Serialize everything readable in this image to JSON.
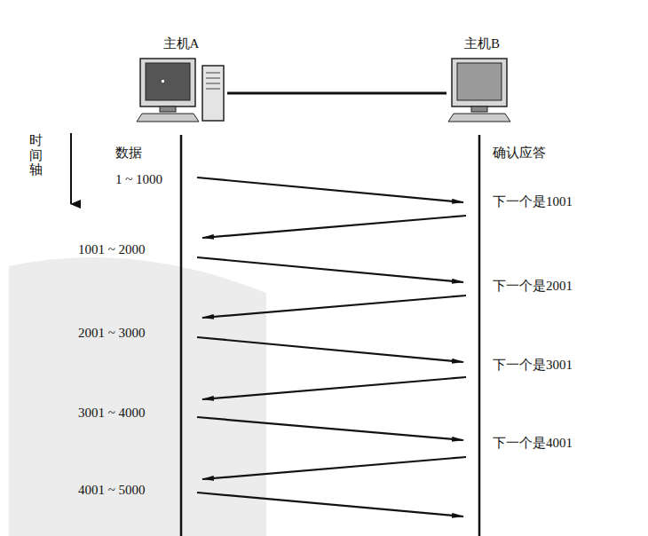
{
  "diagram": {
    "nodes": [
      {
        "text": [
          "主机A"
        ]
      },
      {
        "text": [
          "主机B"
        ]
      }
    ],
    "edges": [
      {
        "from": 0,
        "to": 1,
        "arrow": "none"
      }
    ],
    "labels": [
      "时间轴",
      "数据",
      "确认应答",
      "1 ~ 1000",
      "1001 ~ 2000",
      "2001 ~ 3000",
      "3001 ~ 4000",
      "4001 ~ 5000",
      "下一个是1001",
      "下一个是2001",
      "下一个是3001",
      "下一个是4001"
    ]
  }
}
